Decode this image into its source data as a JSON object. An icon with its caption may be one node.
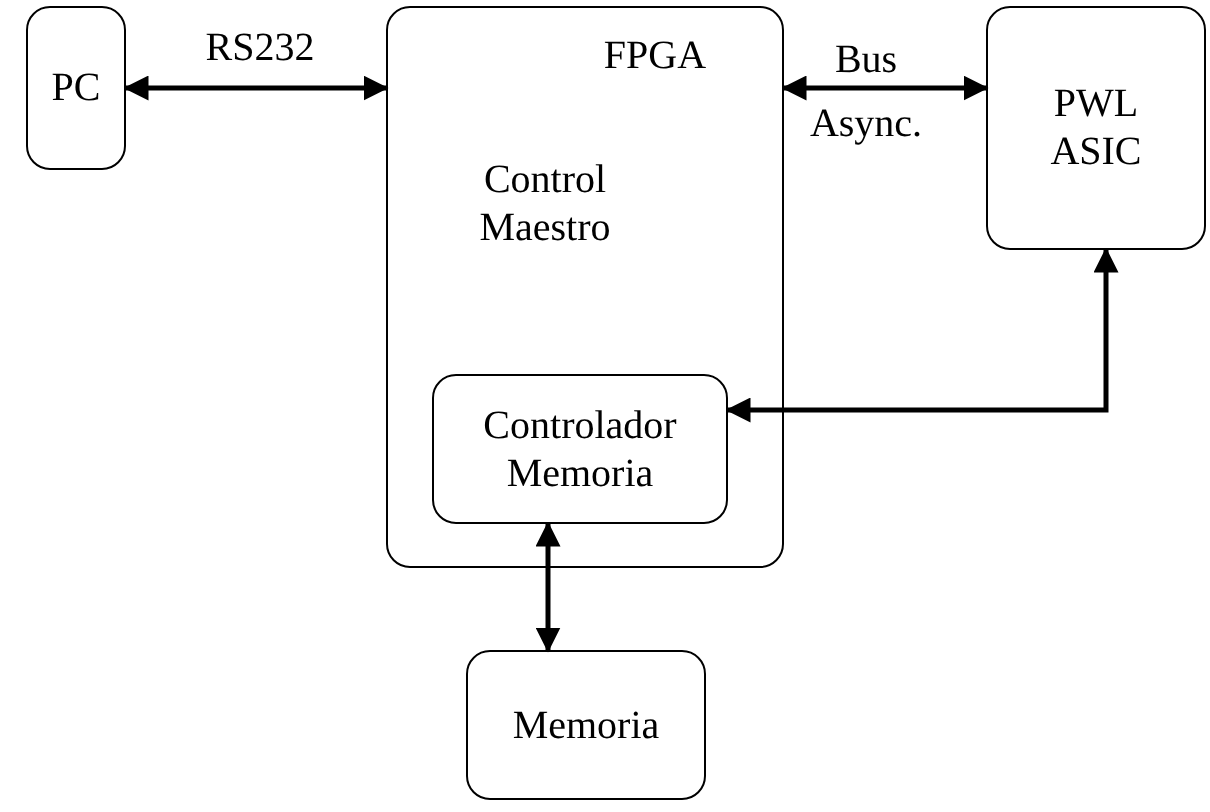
{
  "diagram": {
    "nodes": [
      {
        "text": [
          "PC"
        ]
      },
      {
        "text": [
          "FPGA",
          "Control Maestro"
        ]
      },
      {
        "text": [
          "Controlador Memoria"
        ],
        "in": 1
      },
      {
        "text": [
          "PWL ASIC"
        ]
      },
      {
        "text": [
          "Memoria"
        ]
      }
    ],
    "edges": [
      {
        "from": 0,
        "to": 1,
        "arrow": "both",
        "label": "RS232"
      },
      {
        "from": 1,
        "to": 3,
        "arrow": "both",
        "label": "Bus Async."
      },
      {
        "from": 3,
        "to": 2,
        "arrow": "both"
      },
      {
        "from": 2,
        "to": 4,
        "arrow": "both"
      }
    ]
  }
}
